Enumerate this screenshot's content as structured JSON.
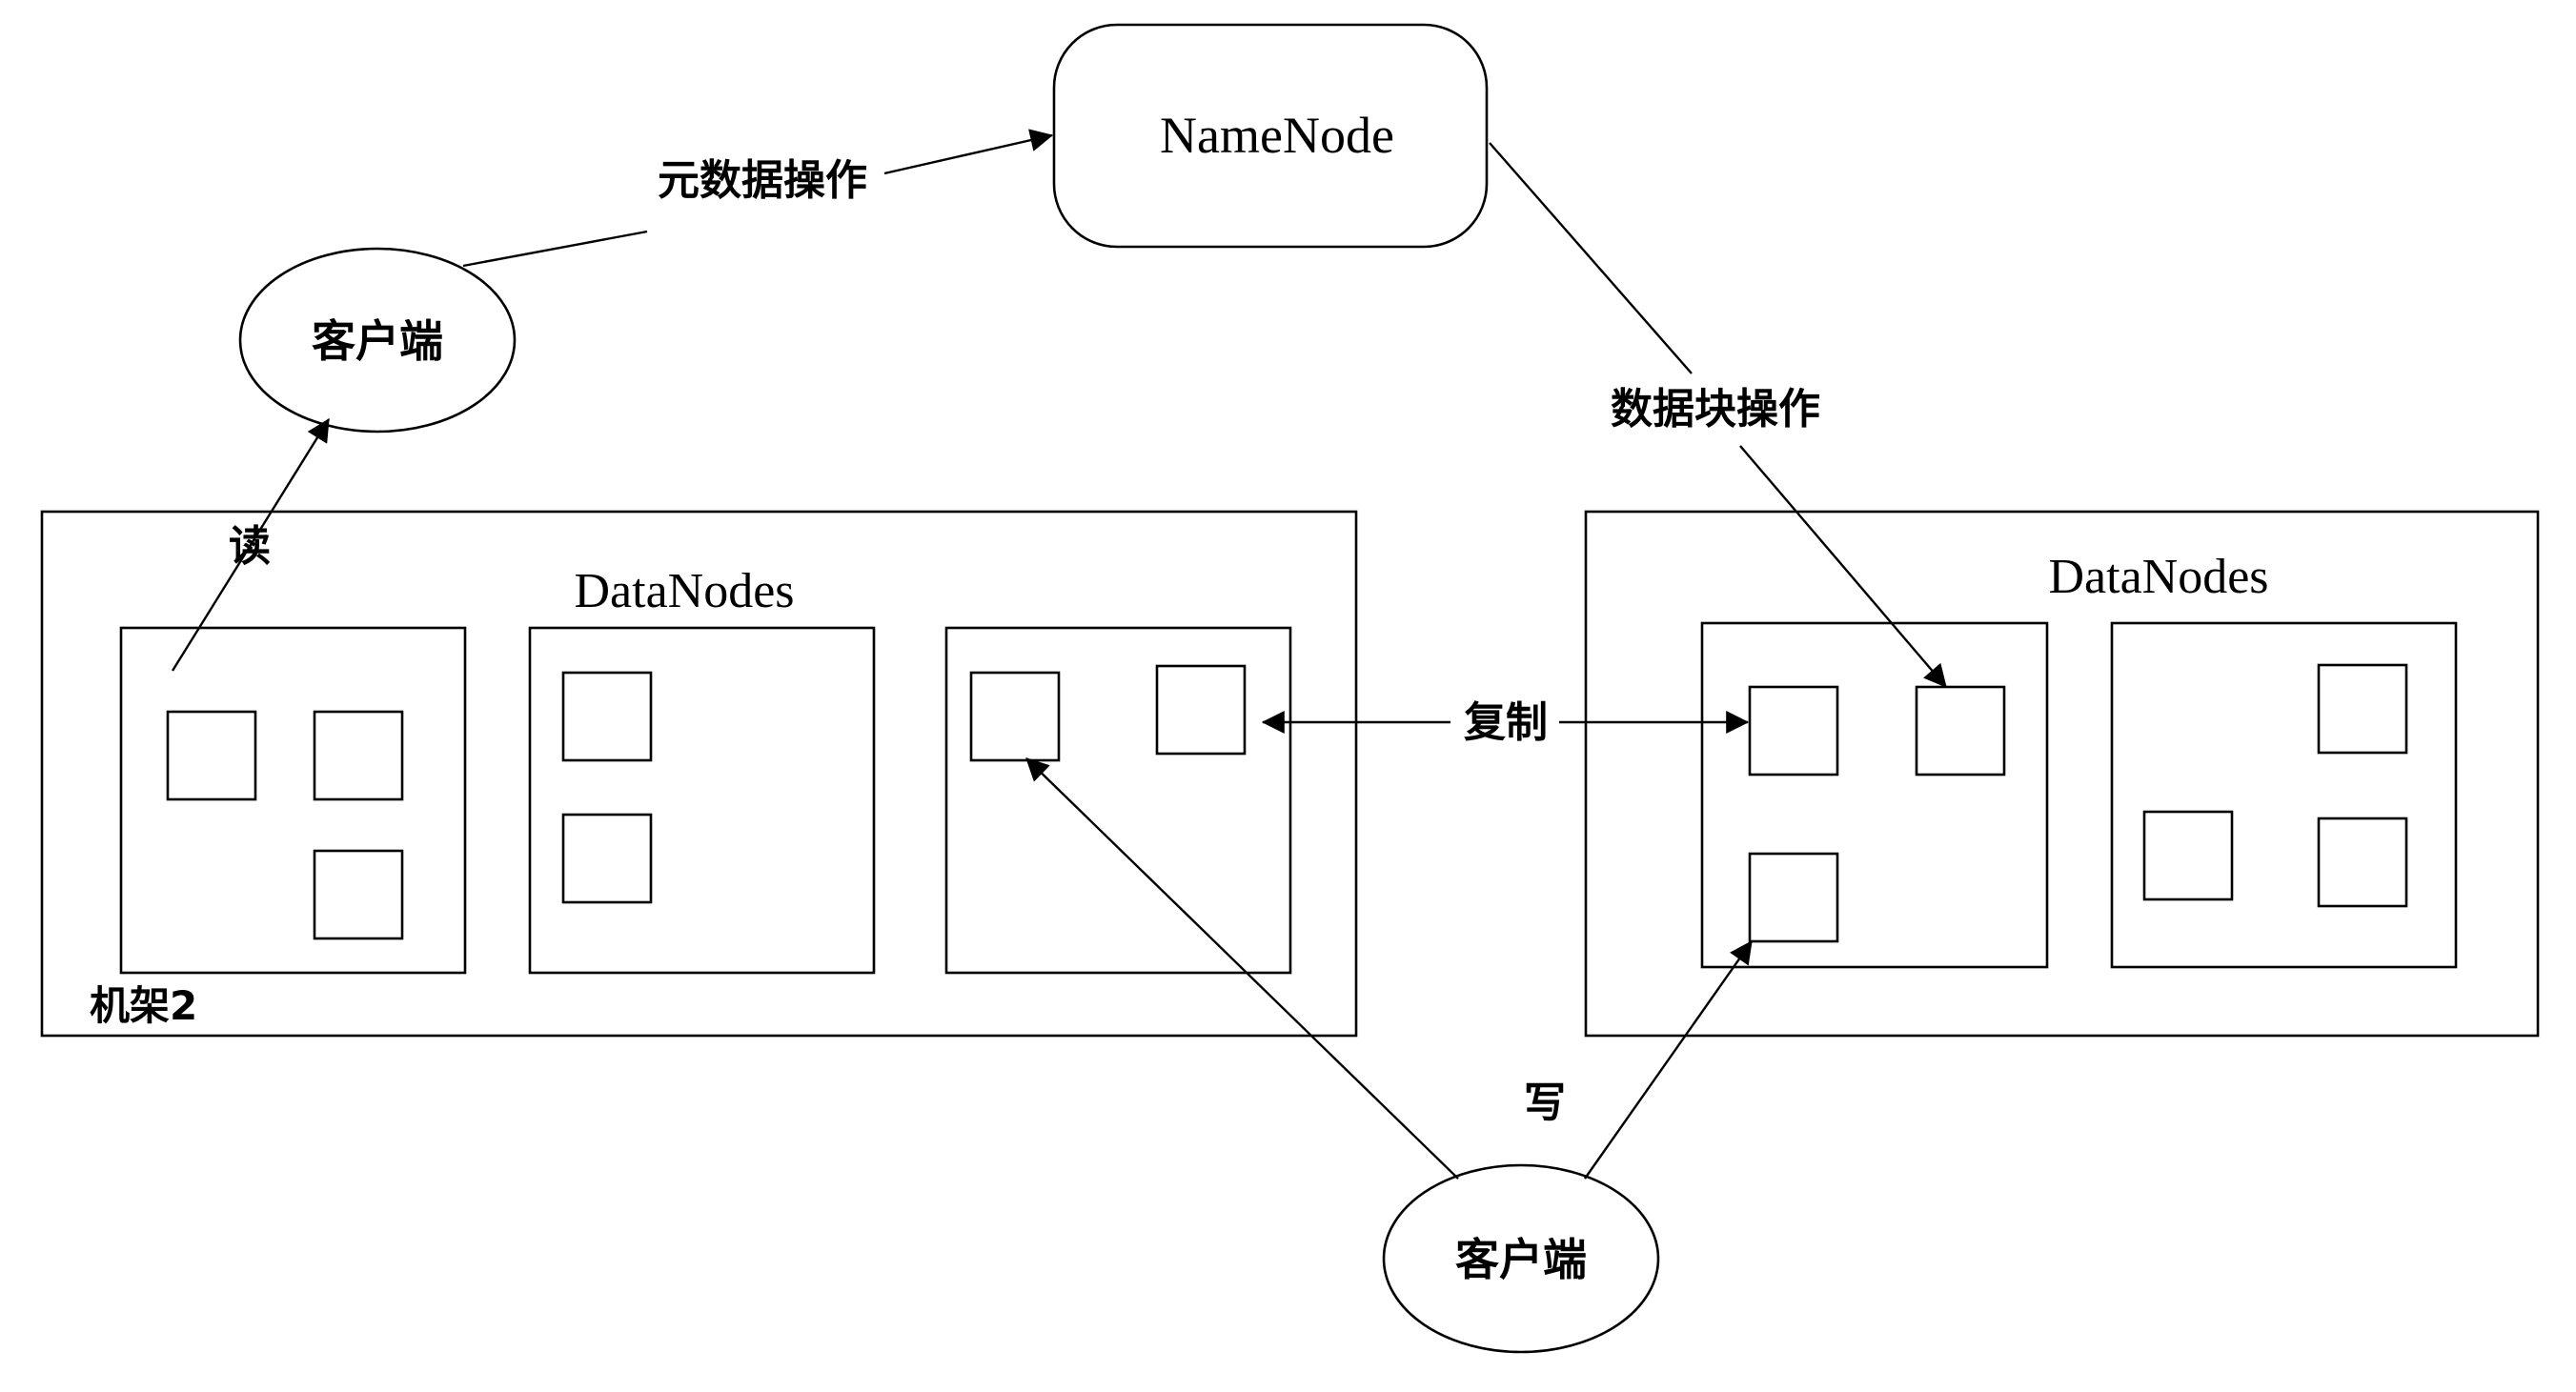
{
  "namenode": {
    "label": "NameNode"
  },
  "clients": {
    "reader": {
      "label": "客户端"
    },
    "writer": {
      "label": "客户端"
    }
  },
  "racks": {
    "left": {
      "datanodes_label": "DataNodes",
      "rack_label": "机架2"
    },
    "right": {
      "datanodes_label": "DataNodes"
    }
  },
  "edges": {
    "metadata_op": "元数据操作",
    "block_op": "数据块操作",
    "read": "读",
    "write": "写",
    "replicate": "复制"
  }
}
